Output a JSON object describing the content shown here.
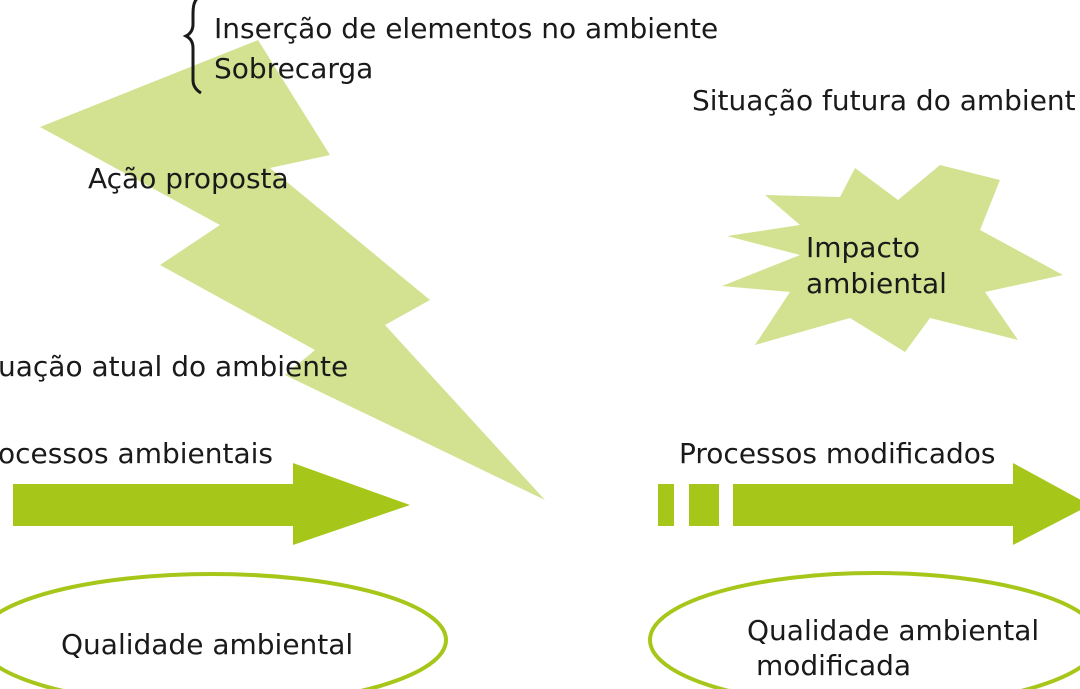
{
  "colors": {
    "bolt": "#d2e291",
    "arrow": "#a6c71a",
    "ellipse_stroke": "#a6c71a",
    "starburst": "#d2e291",
    "text": "#1a1a1a"
  },
  "diagram": {
    "list_items": [
      "Inserção de elementos no ambiente",
      "Sobrecarga"
    ],
    "action_label": "Ação proposta",
    "current_situation_label": "uação atual do ambiente",
    "future_situation_label": "Situação futura do ambient",
    "current_processes_label": "ocessos ambientais",
    "modified_processes_label": "Processos modificados",
    "impact_label_line1": "Impacto",
    "impact_label_line2": "ambiental",
    "quality_label": "Qualidade ambiental",
    "modified_quality_line1": "Qualidade ambiental",
    "modified_quality_line2": "modificada"
  }
}
